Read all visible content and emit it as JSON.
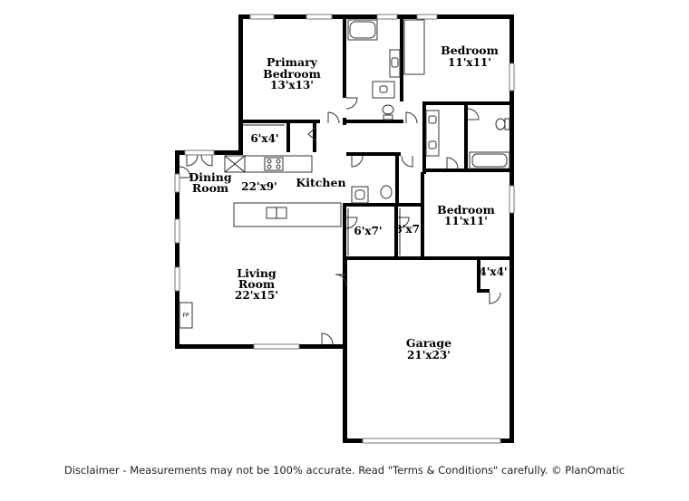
{
  "rooms": {
    "primary_bedroom": {
      "name_line1": "Primary",
      "name_line2": "Bedroom",
      "dims": "13'x13'"
    },
    "bedroom_top": {
      "name": "Bedroom",
      "dims": "11'x11'"
    },
    "closet_6x4": {
      "dims": "6'x4'"
    },
    "dining_room": {
      "name_line1": "Dining",
      "name_line2": "Room"
    },
    "dining_area": {
      "dims": "22'x9'"
    },
    "kitchen": {
      "name": "Kitchen"
    },
    "bedroom_mid": {
      "name": "Bedroom",
      "dims": "11'x11'"
    },
    "closet_6x7": {
      "dims": "6'x7'"
    },
    "closet_3x7": {
      "dims": "3'x7'"
    },
    "closet_4x4": {
      "dims": "4'x4'"
    },
    "living_room": {
      "name_line1": "Living",
      "name_line2": "Room",
      "dims": "22'x15'"
    },
    "garage": {
      "name": "Garage",
      "dims": "21'x23'"
    }
  },
  "fireplace": {
    "label": "FP"
  },
  "disclaimer": "Disclaimer - Measurements may not be 100% accurate. Read \"Terms & Conditions\" carefully. © PlanOmatic"
}
